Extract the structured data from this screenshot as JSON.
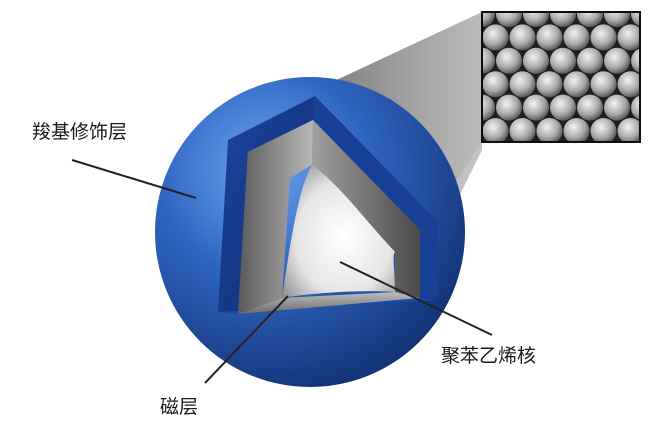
{
  "labels": {
    "carboxyl_layer": "羧基修饰层",
    "polystyrene_core": "聚苯乙烯核",
    "magnetic_layer": "磁层"
  },
  "colors": {
    "outer_shell": "#2b5fb6",
    "shell_dark": "#163a86",
    "magnetic_gray": "#9a9a9a",
    "core_white": "#f4f4f4",
    "projection_gray": "#8a8a8a",
    "inset_background": "#1e1e1e"
  },
  "icons": {
    "sphere": "cutaway-sphere-icon",
    "inset": "sem-micrograph-icon"
  }
}
